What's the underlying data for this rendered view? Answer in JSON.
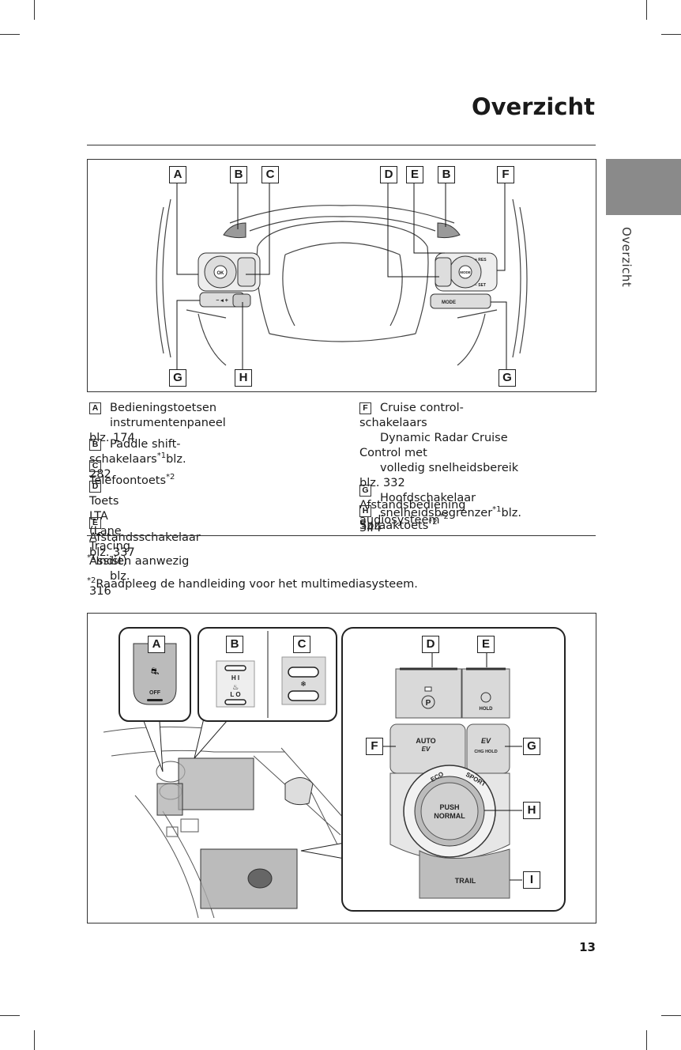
{
  "header": {
    "title": "Overzicht"
  },
  "side_tab": {
    "label": "Overzicht"
  },
  "figure1": {
    "callouts_top": [
      "A",
      "B",
      "C",
      "D",
      "E",
      "B",
      "F"
    ],
    "callouts_bottom": [
      "G",
      "H",
      "G"
    ],
    "buttons": {
      "ok": "OK",
      "res": "+ RES",
      "mode": "MODE",
      "set": "− SET",
      "minus_plus": "− ◂ +"
    }
  },
  "legend": {
    "left": [
      {
        "key": "A",
        "lines": [
          "Bedieningstoetsen",
          "instrumentenpaneel blz. 174"
        ]
      },
      {
        "key": "B",
        "text": "Paddle shift-schakelaars",
        "sup": "*1",
        "after": "blz. 282"
      },
      {
        "key": "C",
        "text": "Telefoontoets",
        "sup": "*2"
      },
      {
        "key": "D",
        "lines": [
          "Toets LTA (Lane Tracing Assist)",
          "blz. 316"
        ]
      },
      {
        "key": "E",
        "text": "Afstandsschakelaar blz. 337"
      }
    ],
    "right": [
      {
        "key": "F",
        "lines": [
          "Cruise control-schakelaars",
          "Dynamic Radar Cruise Control met",
          "volledig snelheidsbereik blz. 332",
          "Hoofdschakelaar"
        ],
        "last_text": "snelheidsbegrenzer",
        "last_sup": "*1",
        "last_after": "blz. 344"
      },
      {
        "key": "G",
        "text": "Afstandsbediening audiosysteem",
        "sup": "*2"
      },
      {
        "key": "H",
        "text": "Spraaktoets",
        "sup": "*2"
      }
    ]
  },
  "footnotes": [
    {
      "mark": "*1",
      "text": "Indien aanwezig"
    },
    {
      "mark": "*2",
      "text": "Raadpleeg de handleiding voor het multimediasysteem."
    }
  ],
  "figure2": {
    "callouts": [
      "A",
      "B",
      "C",
      "D",
      "E",
      "F",
      "G",
      "H",
      "I"
    ],
    "labels": {
      "off": "OFF",
      "hi": "H I",
      "lo": "L O",
      "hold": "HOLD",
      "auto": "AUTO",
      "ev": "EV",
      "chg_hold": "CHG HOLD",
      "eco": "ECO",
      "sport": "SPORT",
      "push": "PUSH",
      "normal": "NORMAL",
      "trail": "TRAIL"
    }
  },
  "page_number": "13"
}
